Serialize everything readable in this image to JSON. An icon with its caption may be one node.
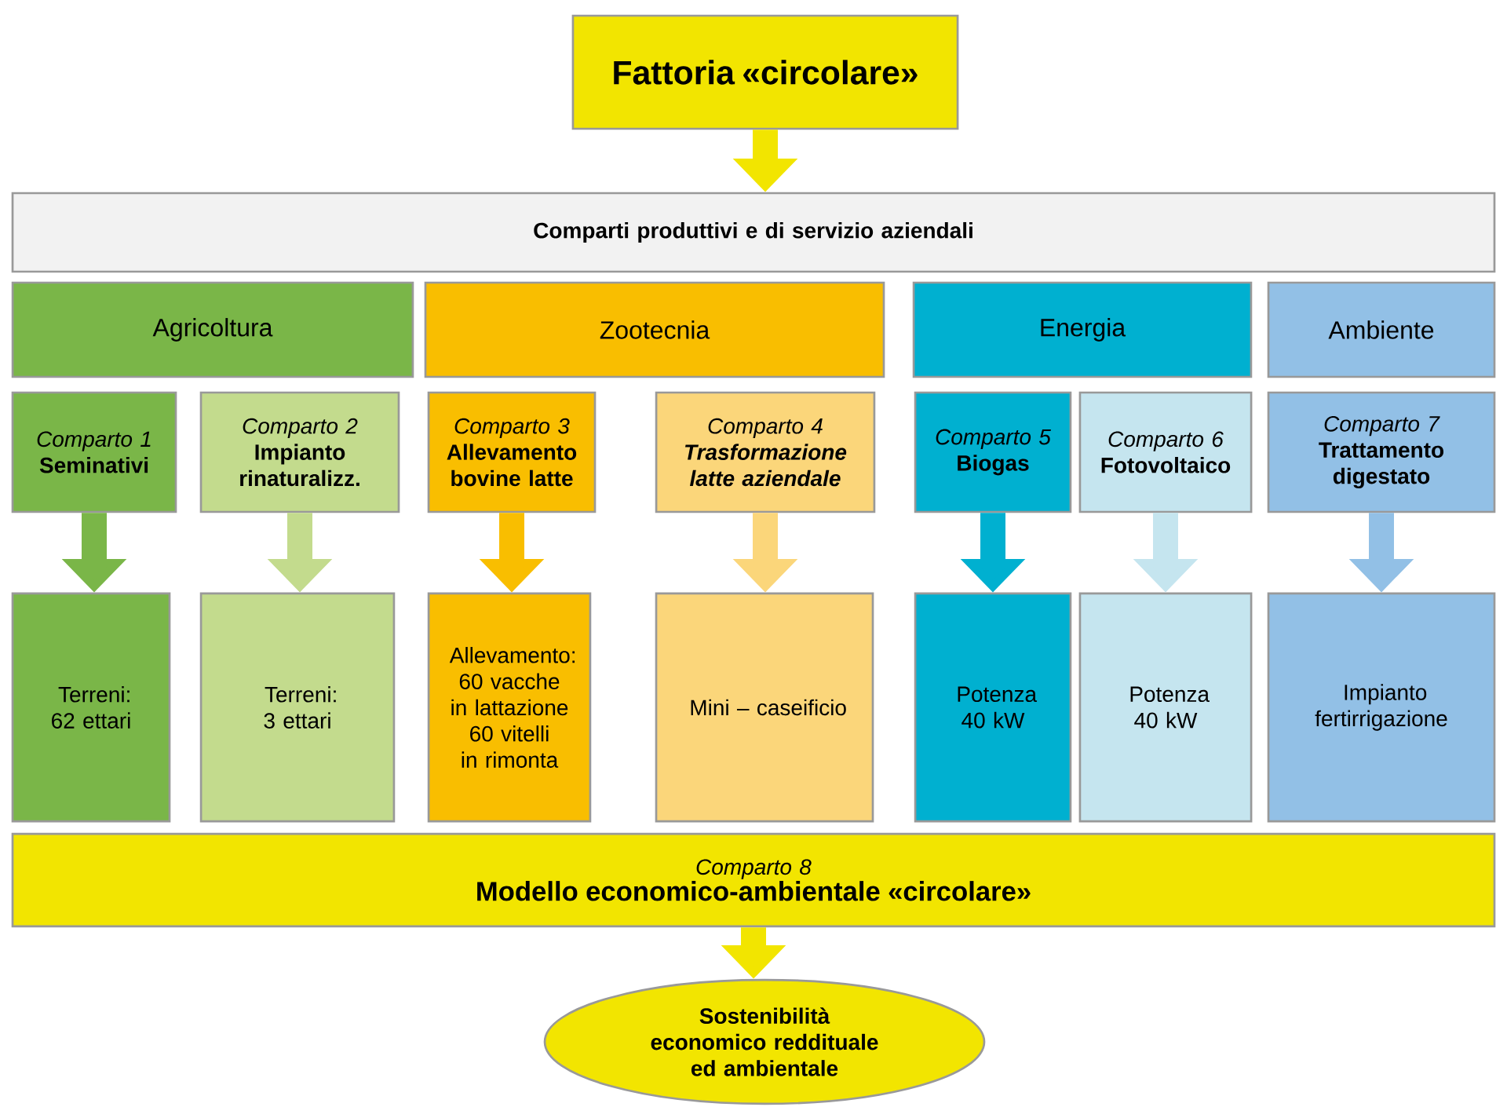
{
  "diagram": {
    "nodes": [
      {
        "text": [
          "Fattoria «circolare»"
        ]
      },
      {
        "text": [
          "Comparti produttivi e di servizio aziendali"
        ]
      },
      {
        "text": [
          "Agricoltura"
        ]
      },
      {
        "text": [
          "Zootecnia"
        ]
      },
      {
        "text": [
          "Energia"
        ]
      },
      {
        "text": [
          "Ambiente"
        ]
      },
      {
        "text": [
          "Comparto 1",
          "Seminativi"
        ]
      },
      {
        "text": [
          "Comparto 2",
          "Impianto rinaturalizz."
        ]
      },
      {
        "text": [
          "Comparto 3",
          "Allevamento bovine latte"
        ]
      },
      {
        "text": [
          "Comparto 4",
          "Trasformazione latte aziendale"
        ]
      },
      {
        "text": [
          "Comparto 5",
          "Biogas"
        ]
      },
      {
        "text": [
          "Comparto 6",
          "Fotovoltaico"
        ]
      },
      {
        "text": [
          "Comparto 7",
          "Trattamento digestato"
        ]
      },
      {
        "text": [
          "Terreni: 62 ettari"
        ]
      },
      {
        "text": [
          "Terreni: 3 ettari"
        ]
      },
      {
        "text": [
          "Allevamento: 60 vacche in lattazione 60 vitelli in rimonta"
        ]
      },
      {
        "text": [
          "Mini – caseificio"
        ]
      },
      {
        "text": [
          "Potenza 40 kW"
        ]
      },
      {
        "text": [
          "Potenza 40 kW"
        ]
      },
      {
        "text": [
          "Impianto fertirrigazione"
        ]
      },
      {
        "text": [
          "Comparto 8",
          "Modello economico-ambientale «circolare»"
        ]
      },
      {
        "text": [
          "Sostenibilità economico reddituale ed ambientale"
        ]
      }
    ],
    "edges": [
      {
        "from": 0,
        "to": 1,
        "arrow": "to",
        "color": "#f2e500"
      },
      {
        "from": 6,
        "to": 13,
        "arrow": "to",
        "color": "#7ab648"
      },
      {
        "from": 7,
        "to": 14,
        "arrow": "to",
        "color": "#c3db8d"
      },
      {
        "from": 8,
        "to": 15,
        "arrow": "to",
        "color": "#f9be00"
      },
      {
        "from": 9,
        "to": 16,
        "arrow": "to",
        "color": "#fbd67a"
      },
      {
        "from": 10,
        "to": 17,
        "arrow": "to",
        "color": "#00b0d0"
      },
      {
        "from": 11,
        "to": 18,
        "arrow": "to",
        "color": "#c5e5ef"
      },
      {
        "from": 12,
        "to": 19,
        "arrow": "to",
        "color": "#92c0e6"
      },
      {
        "from": 20,
        "to": 21,
        "arrow": "to",
        "color": "#f2e500"
      }
    ]
  }
}
